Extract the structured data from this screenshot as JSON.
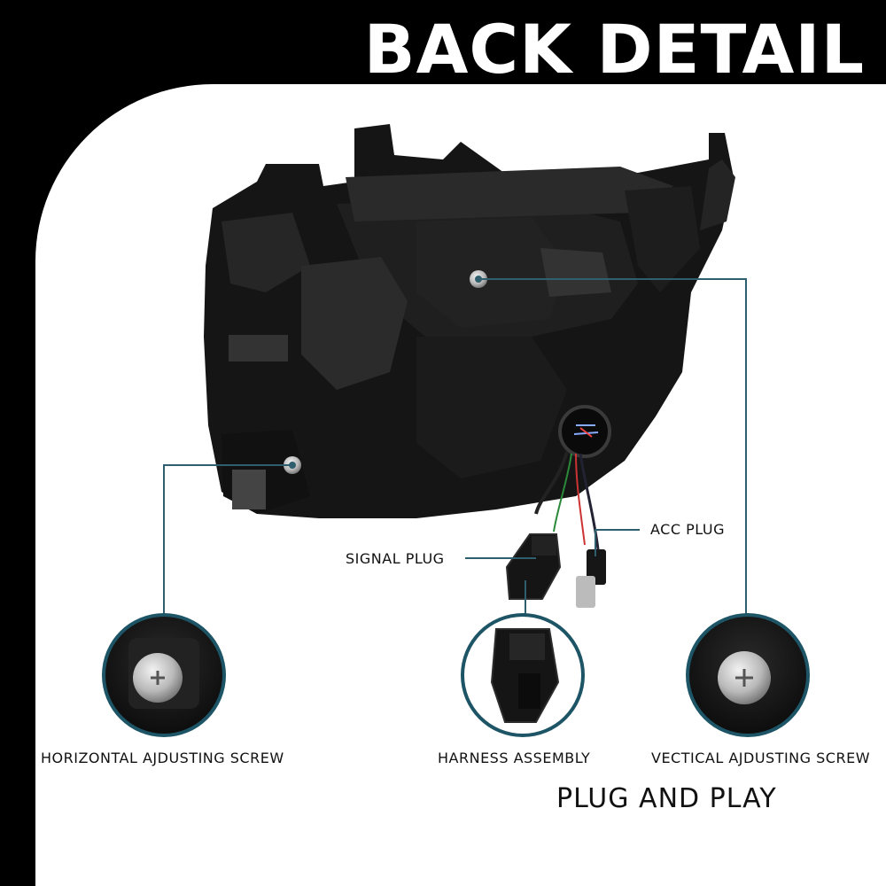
{
  "header": {
    "title": "BACK DETAIL"
  },
  "callouts": {
    "acc_plug": "ACC PLUG",
    "signal_plug": "SIGNAL PLUG",
    "horizontal_screw": "HORIZONTAL AJDUSTING SCREW",
    "harness_assembly": "HARNESS ASSEMBLY",
    "vertical_screw": "VECTICAL AJDUSTING SCREW"
  },
  "tagline": "PLUG AND PLAY",
  "colors": {
    "background": "#000000",
    "card": "#ffffff",
    "leader_line": "#2f5f6e",
    "ring": "#1d5566"
  },
  "icons": [
    "headlight-housing-image",
    "screw-closeup-image",
    "harness-connector-image"
  ]
}
